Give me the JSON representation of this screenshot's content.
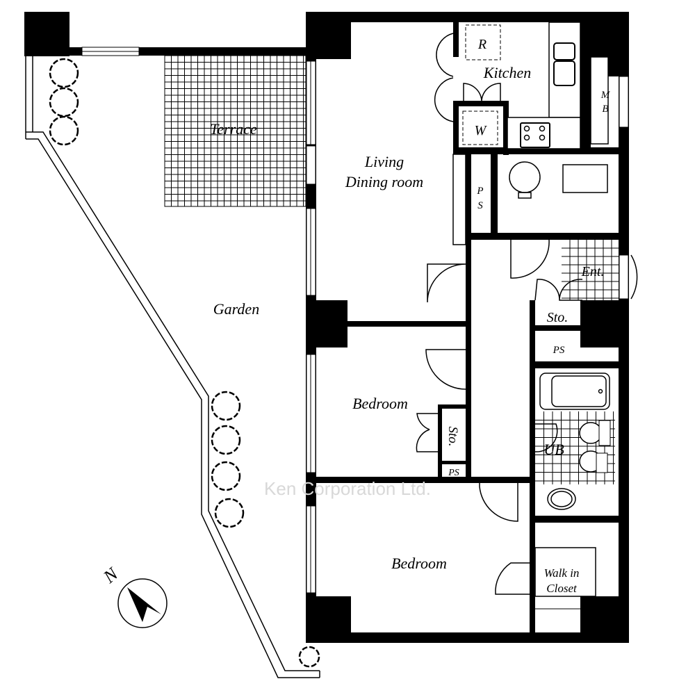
{
  "rooms": {
    "terrace": "Terrace",
    "garden": "Garden",
    "living_line1": "Living",
    "living_line2": "Dining room",
    "kitchen": "Kitchen",
    "refrigerator": "R",
    "washer": "W",
    "mb_line1": "M",
    "mb_line2": "B",
    "ps_kitchen_line1": "P",
    "ps_kitchen_line2": "S",
    "entrance": "Ent.",
    "storage_entrance": "Sto.",
    "ps_hall": "PS",
    "unit_bath": "UB",
    "bedroom_1": "Bedroom",
    "storage_bedroom": "Sto.",
    "ps_bedroom": "PS",
    "bedroom_2": "Bedroom",
    "wic_line1": "Walk in",
    "wic_line2": "Closet"
  },
  "compass": {
    "label": "N"
  },
  "watermark": "Ken Corporation Ltd."
}
